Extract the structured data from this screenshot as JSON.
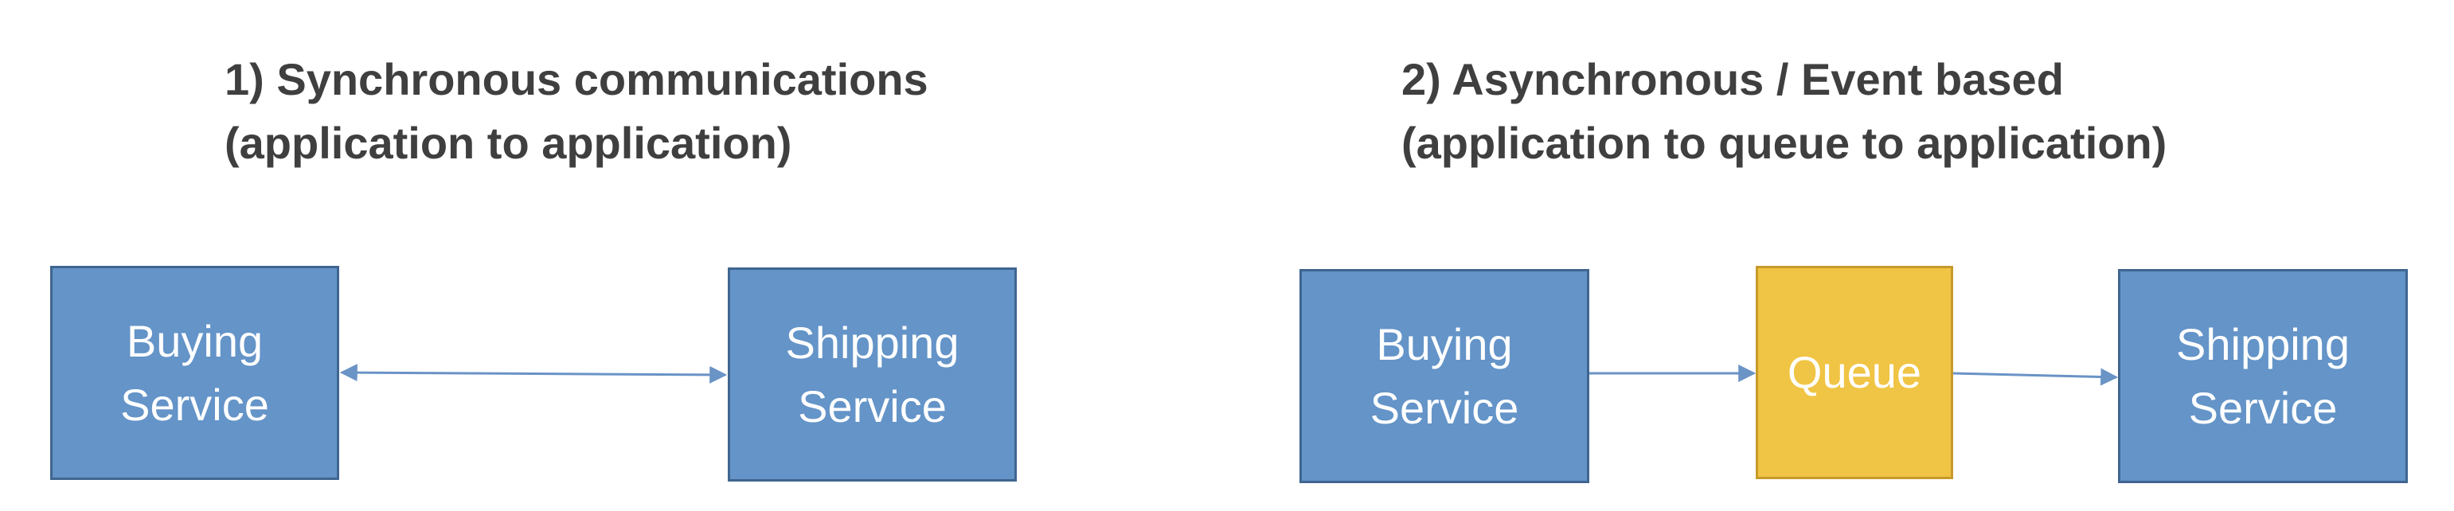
{
  "sync": {
    "title_line1": "1) Synchronous communications",
    "title_line2": "(application to application)",
    "buying": {
      "line1": "Buying",
      "line2": "Service"
    },
    "shipping": {
      "line1": "Shipping",
      "line2": "Service"
    }
  },
  "async": {
    "title_line1": "2) Asynchronous / Event based",
    "title_line2": "(application to queue to application)",
    "buying": {
      "line1": "Buying",
      "line2": "Service"
    },
    "queue": {
      "label": "Queue"
    },
    "shipping": {
      "line1": "Shipping",
      "line2": "Service"
    }
  },
  "colors": {
    "service_fill": "#6494c8",
    "service_border": "#3f6590",
    "queue_fill": "#f0c444",
    "queue_border": "#c79a2a",
    "arrow": "#6a93c6",
    "title_text": "#3f3f3f"
  }
}
